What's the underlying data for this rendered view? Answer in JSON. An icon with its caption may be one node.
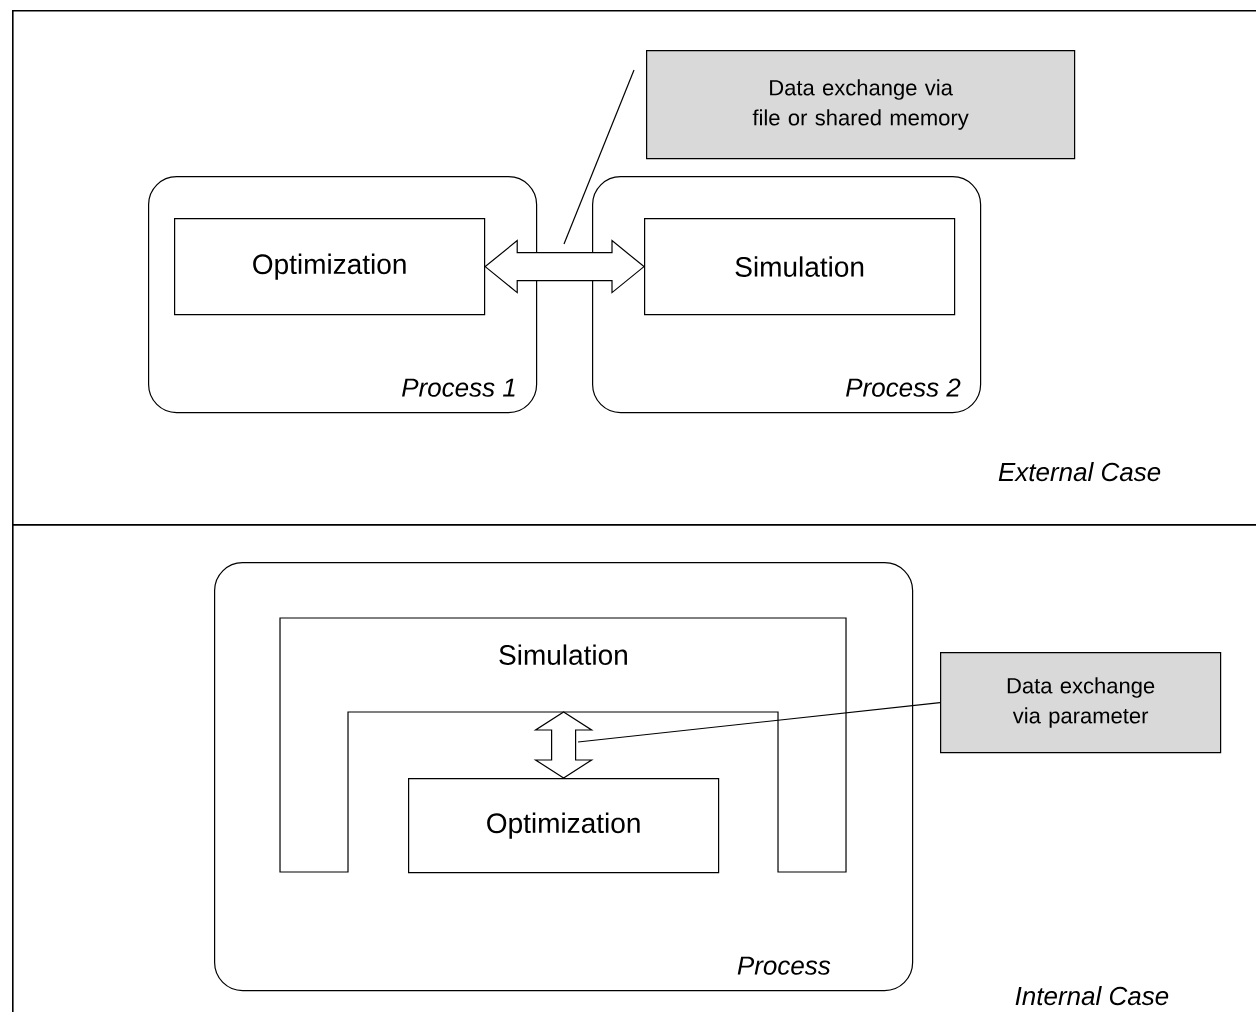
{
  "diagram": {
    "nodes": [
      {
        "text": [
          "External Case"
        ]
      },
      {
        "text": [
          "Process 1"
        ],
        "in": 0
      },
      {
        "text": [
          "Optimization"
        ],
        "in": 1
      },
      {
        "text": [
          "Process 2"
        ],
        "in": 0
      },
      {
        "text": [
          "Simulation"
        ],
        "in": 3
      },
      {
        "text": [
          "Data exchange via file or shared memory"
        ],
        "in": 0
      },
      {
        "text": [
          "Internal Case"
        ]
      },
      {
        "text": [
          "Process"
        ],
        "in": 6
      },
      {
        "text": [
          "Simulation"
        ],
        "in": 7
      },
      {
        "text": [
          "Optimization"
        ],
        "in": 7
      },
      {
        "text": [
          "Data exchange via parameter"
        ],
        "in": 6
      }
    ],
    "edges": [
      {
        "from": 2,
        "to": 4,
        "arrow": "both"
      },
      {
        "from": 5,
        "to": null,
        "arrow": "none"
      },
      {
        "from": 9,
        "to": 8,
        "arrow": "both"
      },
      {
        "from": 10,
        "to": null,
        "arrow": "none"
      }
    ]
  }
}
